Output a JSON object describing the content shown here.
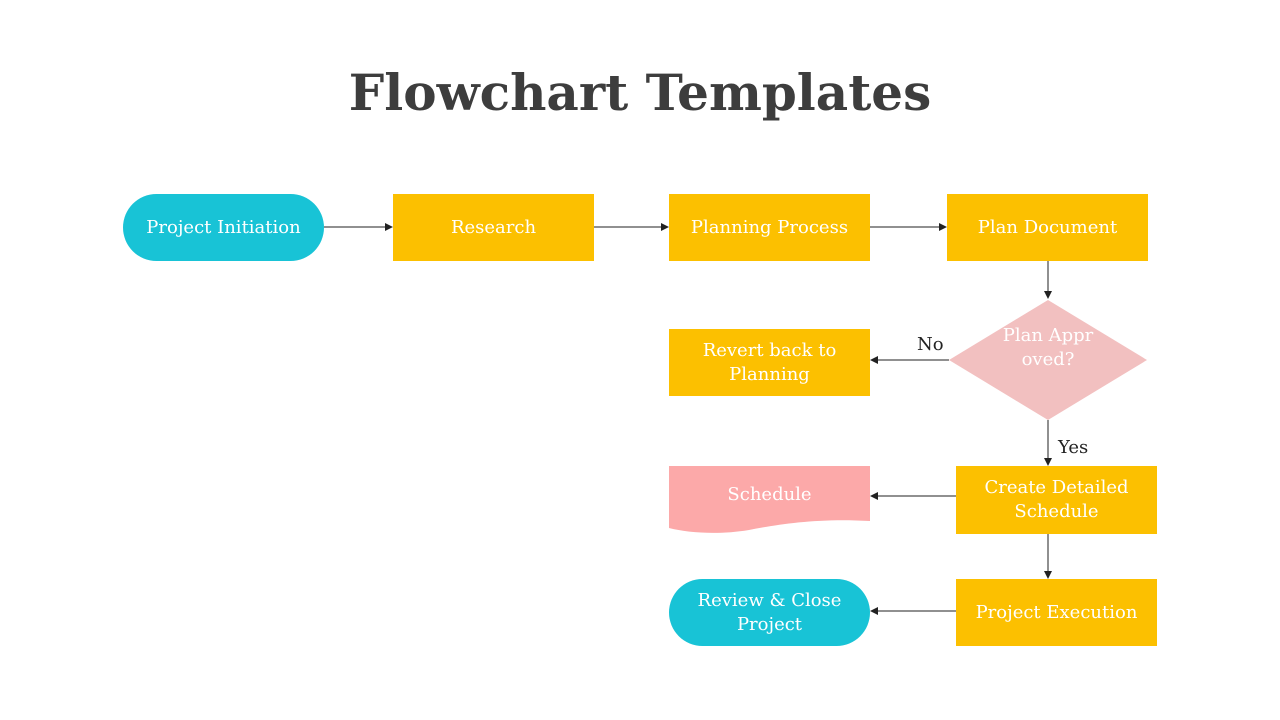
{
  "title": "Flowchart Templates",
  "nodes": {
    "project_initiation": "Project Initiation",
    "research": "Research",
    "planning_process": "Planning Process",
    "plan_document": "Plan Document",
    "plan_approved": "Plan Approved?",
    "revert_back": "Revert back to Planning",
    "create_schedule": "Create Detailed Schedule",
    "schedule": "Schedule",
    "project_execution": "Project Execution",
    "review_close": "Review & Close Project"
  },
  "edge_labels": {
    "no": "No",
    "yes": "Yes"
  },
  "colors": {
    "process": "#fcc000",
    "terminal": "#18c3d6",
    "decision": "#f2c0c0",
    "document": "#fca9a9",
    "connector": "#222222"
  }
}
